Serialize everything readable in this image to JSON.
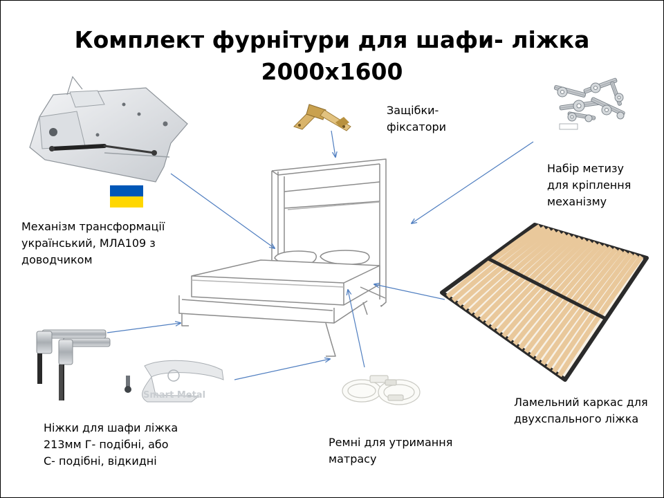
{
  "title": {
    "line1": "Комплект фурнітури для шафи- ліжка",
    "line2": "2000х1600"
  },
  "labels": {
    "latches": [
      "Защібки-",
      "фіксатори"
    ],
    "hardware": [
      "Набір метизу",
      "для кріплення",
      "механізму"
    ],
    "mechanism": [
      "Механізм трансформації",
      "український, МЛА109 з",
      "доводчиком"
    ],
    "slat_frame": [
      "Ламельний каркас для",
      "двухспального ліжка"
    ],
    "legs": [
      "Ніжки для шафи ліжка",
      "213мм Г- подібні, або",
      "С- подібні, відкидні"
    ],
    "straps": [
      "Ремні для утримання",
      "матрасу"
    ]
  },
  "watermark": {
    "brand": "Smart Metal"
  },
  "colors": {
    "arrow": "#4f7ec0",
    "flag_blue": "#0057b7",
    "flag_yellow": "#ffd700",
    "slat_wood": "#e9c89b",
    "frame_metal": "#2b2b2b"
  }
}
